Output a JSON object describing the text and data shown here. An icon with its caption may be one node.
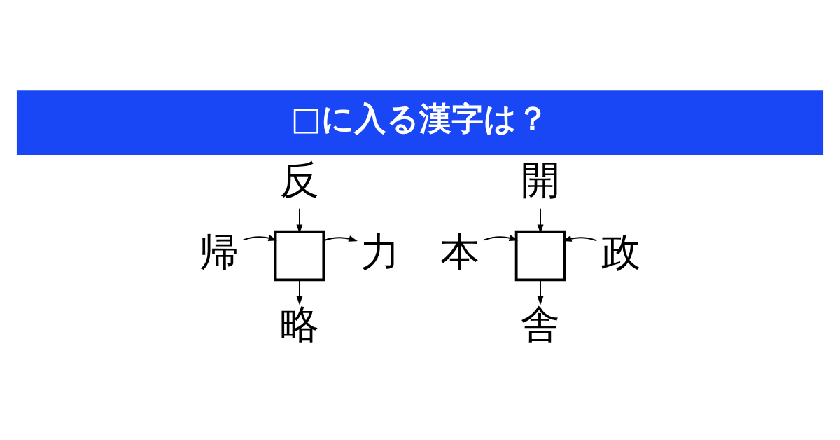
{
  "diagram": {
    "title": "□に入る漢字は？",
    "nodes": [
      {
        "text": [
          "反"
        ]
      },
      {
        "text": [
          "開"
        ]
      },
      {
        "text": [
          "帰"
        ]
      },
      {
        "text": [],
        "shape": "box"
      },
      {
        "text": [
          "力"
        ]
      },
      {
        "text": [
          "本"
        ]
      },
      {
        "text": [],
        "shape": "box"
      },
      {
        "text": [
          "政"
        ]
      },
      {
        "text": [
          "略"
        ]
      },
      {
        "text": [
          "舎"
        ]
      }
    ],
    "edges": [
      {
        "from": 0,
        "to": 3,
        "arrow": "to"
      },
      {
        "from": 2,
        "to": 3,
        "arrow": "to"
      },
      {
        "from": 3,
        "to": 4,
        "arrow": "to"
      },
      {
        "from": 3,
        "to": 8,
        "arrow": "to"
      },
      {
        "from": 1,
        "to": 6,
        "arrow": "to"
      },
      {
        "from": 5,
        "to": 6,
        "arrow": "to"
      },
      {
        "from": 7,
        "to": 6,
        "arrow": "to"
      },
      {
        "from": 6,
        "to": 9,
        "arrow": "to"
      }
    ]
  }
}
